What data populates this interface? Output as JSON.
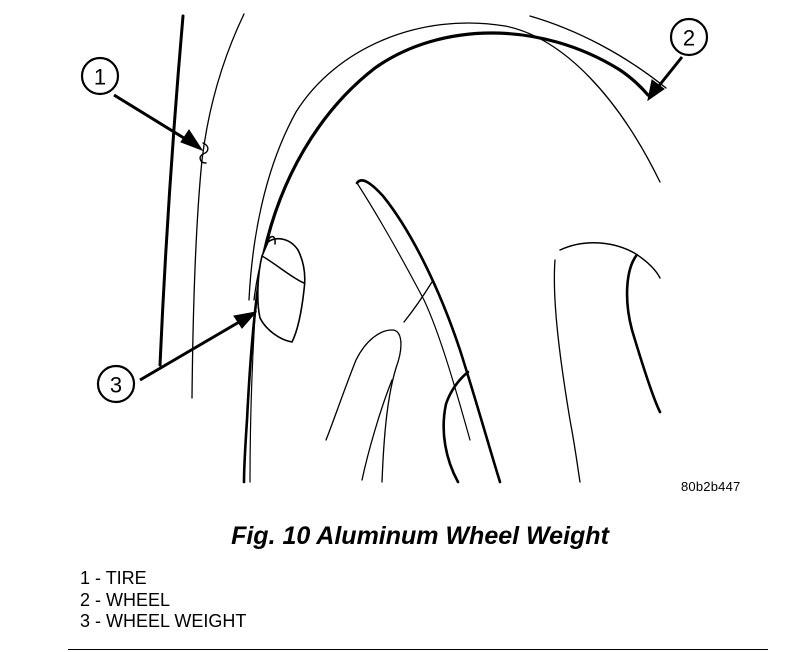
{
  "figure": {
    "image_code": "80b2b447",
    "caption": "Fig. 10 Aluminum Wheel Weight"
  },
  "callouts": [
    {
      "number": "1",
      "label": "TIRE"
    },
    {
      "number": "2",
      "label": "WHEEL"
    },
    {
      "number": "3",
      "label": "WHEEL WEIGHT"
    }
  ],
  "legend": [
    {
      "number": "1",
      "separator": " - ",
      "label": "TIRE"
    },
    {
      "number": "2",
      "separator": " - ",
      "label": "WHEEL"
    },
    {
      "number": "3",
      "separator": " - ",
      "label": "WHEEL WEIGHT"
    }
  ],
  "colors": {
    "line": "#000000",
    "background": "#ffffff"
  }
}
